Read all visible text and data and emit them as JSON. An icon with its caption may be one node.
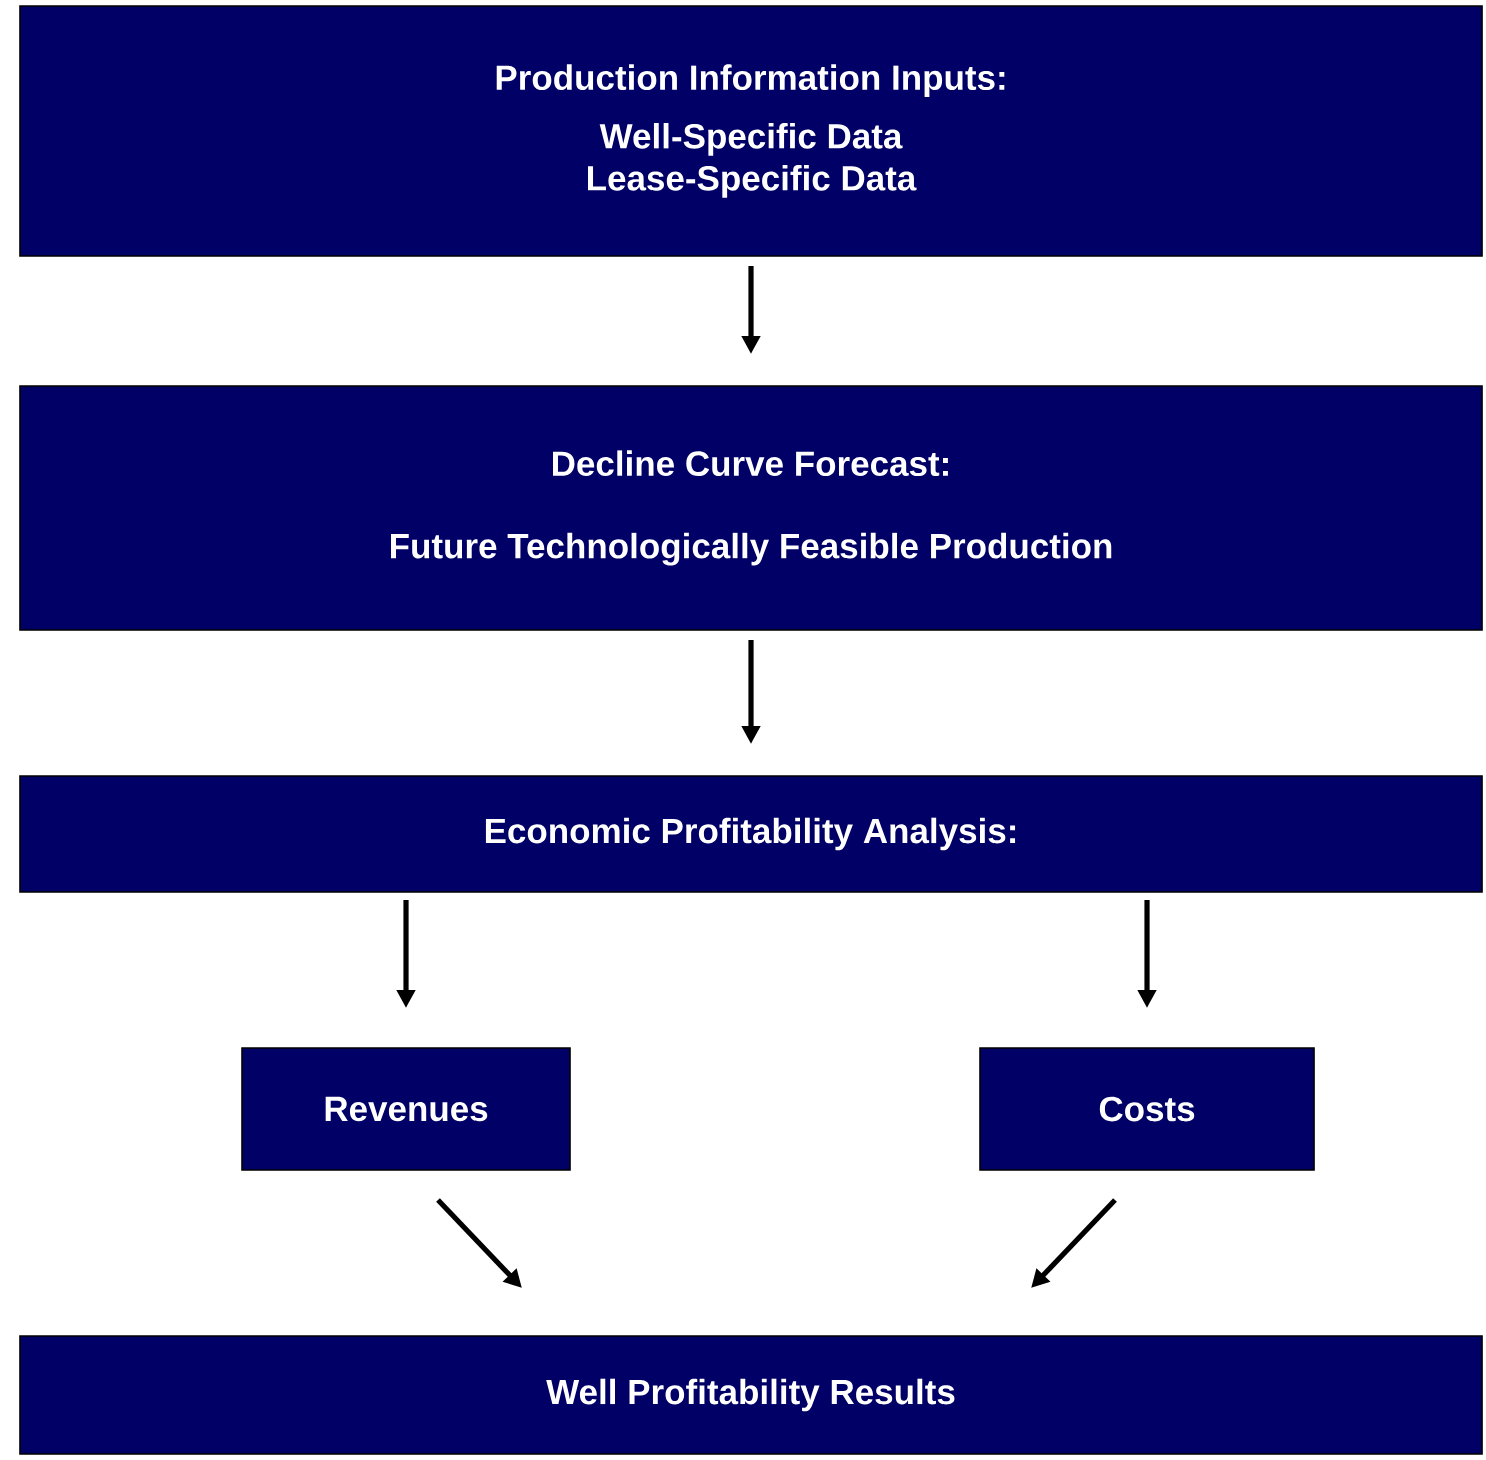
{
  "diagram": {
    "nodes": [
      {
        "text": [
          "Production Information Inputs:",
          "Well-Specific Data Lease-Specific Data"
        ]
      },
      {
        "text": [
          "Decline Curve Forecast:",
          "Future Technologically Feasible Production"
        ]
      },
      {
        "text": [
          "Economic Profitability Analysis:"
        ]
      },
      {
        "text": [
          "Revenues"
        ]
      },
      {
        "text": [
          "Costs"
        ]
      },
      {
        "text": [
          "Well Profitability Results"
        ]
      }
    ],
    "edges": [
      {
        "from": 0,
        "to": 1,
        "arrow": "to"
      },
      {
        "from": 1,
        "to": 2,
        "arrow": "to"
      },
      {
        "from": 2,
        "to": 3,
        "arrow": "to"
      },
      {
        "from": 2,
        "to": 4,
        "arrow": "to"
      },
      {
        "from": 3,
        "to": 5,
        "arrow": "to"
      },
      {
        "from": 4,
        "to": 5,
        "arrow": "to"
      }
    ]
  }
}
